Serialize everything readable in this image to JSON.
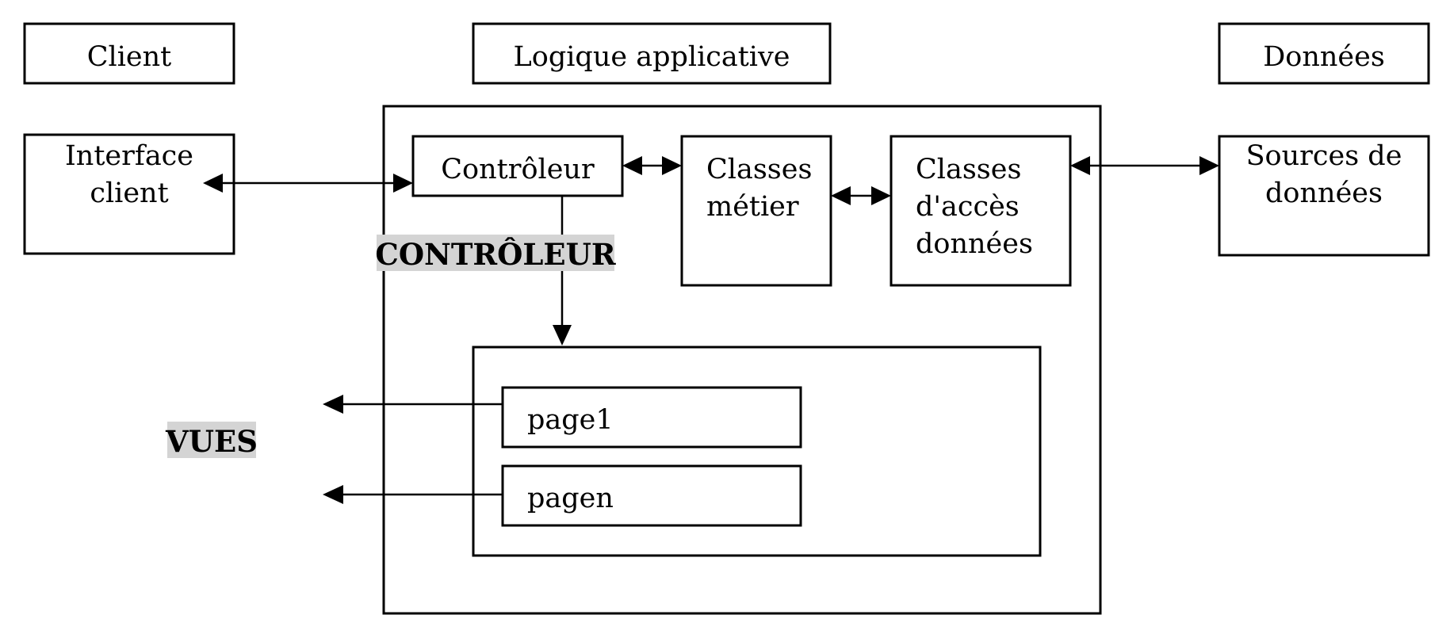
{
  "headers": {
    "client": "Client",
    "logic": "Logique applicative",
    "data": "Données"
  },
  "nodes": {
    "interface_client": [
      "Interface",
      "client"
    ],
    "controleur": "Contrôleur",
    "classes_metier": [
      "Classes",
      "métier"
    ],
    "classes_acces": [
      "Classes",
      "d'accès",
      "données"
    ],
    "sources": [
      "Sources de",
      "données"
    ],
    "page1": "page1",
    "pagen": "pagen"
  },
  "labels": {
    "controleur": "CONTRÔLEUR",
    "vues": "VUES"
  },
  "colors": {
    "label_highlight": "#d4d4d4",
    "stroke": "#000000"
  }
}
